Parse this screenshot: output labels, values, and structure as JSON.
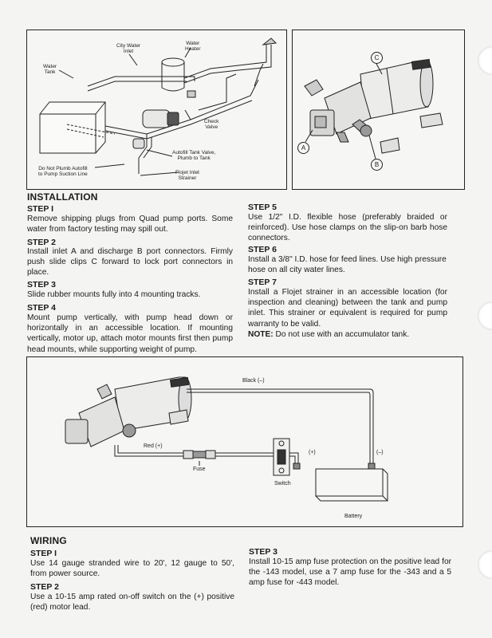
{
  "plumbing_diagram": {
    "labels": {
      "city_water_inlet": "City Water\nInlet",
      "water_heater": "Water\nHeater",
      "water_tank": "Water\nTank",
      "check_valve": "Check\nValve",
      "autofill_tank_valve": "Autofill Tank Valve,\nPlumb to Tank",
      "do_not_plumb": "Do Not Plumb Autofill\nto Pump Suction Line",
      "flojet_inlet_strainer": "Flojet Inlet\nStrainer"
    }
  },
  "pump_detail": {
    "callouts": {
      "a": "A",
      "b": "B",
      "c": "C"
    }
  },
  "installation": {
    "heading": "INSTALLATION",
    "steps": [
      {
        "title": "STEP I",
        "text": "Remove shipping plugs from Quad pump ports. Some water from factory testing may spill out."
      },
      {
        "title": "STEP 2",
        "text": "Install inlet A and discharge B port connectors. Firmly push slide clips C forward to lock port connectors in place."
      },
      {
        "title": "STEP 3",
        "text": "Slide rubber mounts fully into 4 mounting tracks."
      },
      {
        "title": "STEP 4",
        "text": "Mount pump vertically, with pump head down or horizontally in an accessible location. If mounting vertically, motor up, attach motor mounts first then pump head mounts, while supporting weight of pump."
      },
      {
        "title": "STEP 5",
        "text": "Use 1/2\" I.D. flexible hose (preferably braided or reinforced). Use hose clamps on the slip-on barb hose connectors."
      },
      {
        "title": "STEP 6",
        "text": "Install a 3/8\" I.D. hose for feed lines. Use high pressure hose on all city water lines."
      },
      {
        "title": "STEP 7",
        "text": "Install a Flojet strainer in an accessible location (for inspection and cleaning) between the tank and pump inlet. This strainer or equivalent is required for pump warranty to be valid."
      }
    ],
    "note_label": "NOTE:",
    "note_text": " Do not use with an accumulator tank."
  },
  "wiring_diagram": {
    "labels": {
      "black": "Black (–)",
      "red": "Red (+)",
      "fuse": "Fuse",
      "switch": "Switch",
      "plus": "(+)",
      "minus": "(–)",
      "battery": "Battery"
    }
  },
  "wiring": {
    "heading": "WIRING",
    "steps": [
      {
        "title": "STEP I",
        "text": "Use 14 gauge stranded wire to 20', 12 gauge to 50', from power source."
      },
      {
        "title": "STEP 2",
        "text": "Use a 10-15 amp rated on-off switch on the (+) positive (red) motor lead."
      },
      {
        "title": "STEP 3",
        "text": "Install 10-15 amp fuse protection on the positive lead for the -143 model, use a 7 amp fuse for the -343 and a 5 amp fuse for -443 model."
      }
    ]
  }
}
